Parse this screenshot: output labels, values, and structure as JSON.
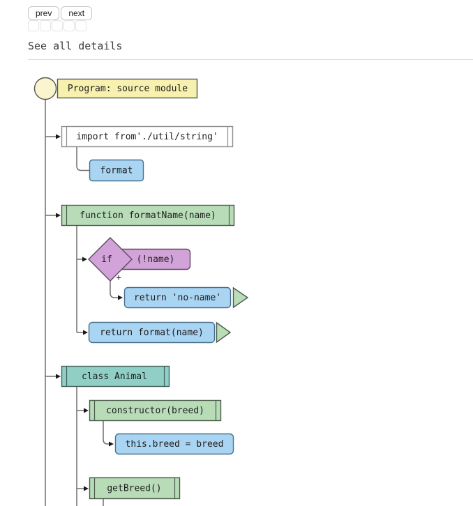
{
  "toolbar": {
    "prev_label": "prev",
    "next_label": "next"
  },
  "heading": "See all details",
  "flowchart": {
    "root_label": "Program: source module",
    "import_label": "import from'./util/string'",
    "import_child_label": "format",
    "function_label": "function formatName(name)",
    "if_keyword": "if",
    "if_condition": "(!name)",
    "if_branch_marker": "+",
    "return1_label": "return 'no-name'",
    "return2_label": "return format(name)",
    "class_label": "class Animal",
    "constructor_label": "constructor(breed)",
    "assignment_label": "this.breed = breed",
    "method_label": "getBreed()",
    "colors": {
      "start_circle_fill": "#faf5cf",
      "root_fill": "#f7f0ae",
      "import_fill": "#ffffff",
      "call_fill": "#a9d4f2",
      "function_fill": "#b8dcb8",
      "class_fill": "#90cfc5",
      "condition_fill": "#d2a3d8",
      "return_arrow_fill": "#b9dcb9"
    }
  }
}
